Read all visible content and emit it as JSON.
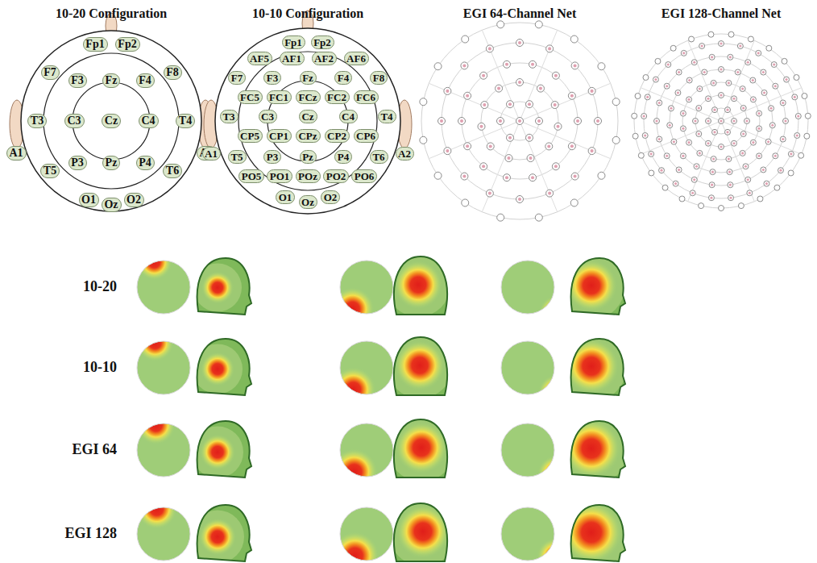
{
  "diagram": {
    "nodes": [
      {
        "text": [
          "Fp1"
        ]
      },
      {
        "text": [
          "Fp2"
        ]
      },
      {
        "text": [
          "F7"
        ]
      },
      {
        "text": [
          "F3"
        ]
      },
      {
        "text": [
          "Fz"
        ]
      },
      {
        "text": [
          "F4"
        ]
      },
      {
        "text": [
          "F8"
        ]
      },
      {
        "text": [
          "T3"
        ]
      },
      {
        "text": [
          "C3"
        ]
      },
      {
        "text": [
          "Cz"
        ]
      },
      {
        "text": [
          "C4"
        ]
      },
      {
        "text": [
          "T4"
        ]
      },
      {
        "text": [
          "A1"
        ]
      },
      {
        "text": [
          "A2"
        ]
      },
      {
        "text": [
          "T5"
        ]
      },
      {
        "text": [
          "P3"
        ]
      },
      {
        "text": [
          "Pz"
        ]
      },
      {
        "text": [
          "P4"
        ]
      },
      {
        "text": [
          "T6"
        ]
      },
      {
        "text": [
          "O1"
        ]
      },
      {
        "text": [
          "Oz"
        ]
      },
      {
        "text": [
          "O2"
        ]
      },
      {
        "text": [
          "Fp1"
        ]
      },
      {
        "text": [
          "Fp2"
        ]
      },
      {
        "text": [
          "AF5"
        ]
      },
      {
        "text": [
          "AF1"
        ]
      },
      {
        "text": [
          "AF2"
        ]
      },
      {
        "text": [
          "AF6"
        ]
      },
      {
        "text": [
          "F7"
        ]
      },
      {
        "text": [
          "F3"
        ]
      },
      {
        "text": [
          "Fz"
        ]
      },
      {
        "text": [
          "F4"
        ]
      },
      {
        "text": [
          "F8"
        ]
      },
      {
        "text": [
          "FC5"
        ]
      },
      {
        "text": [
          "FC1"
        ]
      },
      {
        "text": [
          "FCz"
        ]
      },
      {
        "text": [
          "FC2"
        ]
      },
      {
        "text": [
          "FC6"
        ]
      },
      {
        "text": [
          "T3"
        ]
      },
      {
        "text": [
          "C3"
        ]
      },
      {
        "text": [
          "Cz"
        ]
      },
      {
        "text": [
          "C4"
        ]
      },
      {
        "text": [
          "T4"
        ]
      },
      {
        "text": [
          "CP5"
        ]
      },
      {
        "text": [
          "CP1"
        ]
      },
      {
        "text": [
          "CPz"
        ]
      },
      {
        "text": [
          "CP2"
        ]
      },
      {
        "text": [
          "CP6"
        ]
      },
      {
        "text": [
          "A1"
        ]
      },
      {
        "text": [
          "A2"
        ]
      },
      {
        "text": [
          "T5"
        ]
      },
      {
        "text": [
          "P3"
        ]
      },
      {
        "text": [
          "Pz"
        ]
      },
      {
        "text": [
          "P4"
        ]
      },
      {
        "text": [
          "T6"
        ]
      },
      {
        "text": [
          "PO5"
        ]
      },
      {
        "text": [
          "PO1"
        ]
      },
      {
        "text": [
          "POz"
        ]
      },
      {
        "text": [
          "PO2"
        ]
      },
      {
        "text": [
          "PO6"
        ]
      },
      {
        "text": [
          "O1"
        ]
      },
      {
        "text": [
          "Oz"
        ]
      },
      {
        "text": [
          "O2"
        ]
      }
    ],
    "labels": [
      "10-20 Configuration",
      "10-10 Configuration",
      "EGI 64-Channel Net",
      "EGI 128-Channel Net",
      "10-20",
      "10-10",
      "EGI 64",
      "EGI 128"
    ]
  }
}
